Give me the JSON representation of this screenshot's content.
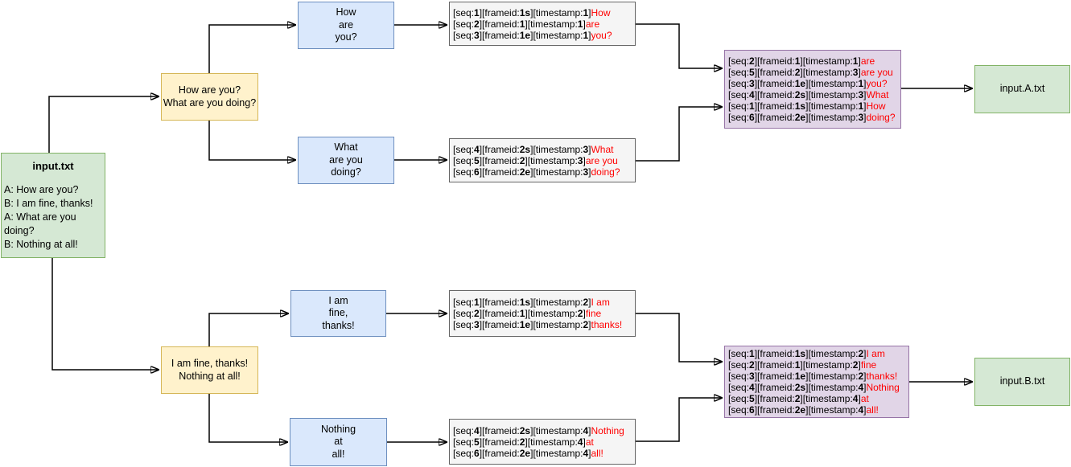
{
  "palette": {
    "file_fill": "#d5e8d4",
    "file_stroke": "#82b366",
    "utterance_fill": "#fff2cc",
    "utterance_stroke": "#d6b656",
    "chunk_fill": "#dae8fc",
    "chunk_stroke": "#6c8ebf",
    "frames_fill": "#f5f5f5",
    "frames_stroke": "#666666",
    "merged_fill": "#e1d5e7",
    "merged_stroke": "#9673a6",
    "payload_text": "#ff0000",
    "connector": "#000000"
  },
  "labels": {
    "seq": "seq",
    "frameid": "frameid",
    "timestamp": "timestamp"
  },
  "input_file": {
    "title": "input.txt",
    "lines": [
      "A: How are you?",
      "B: I am fine, thanks!",
      "A: What are you doing?",
      "B: Nothing at all!"
    ]
  },
  "speaker_a": {
    "utterances": [
      "How are you?",
      "What are you doing?"
    ],
    "chunk_1": [
      "How",
      "are",
      "you?"
    ],
    "chunk_2": [
      "What",
      "are you",
      "doing?"
    ],
    "frames_1": [
      {
        "seq": "1",
        "frameid": "1s",
        "timestamp": "1",
        "text": "How"
      },
      {
        "seq": "2",
        "frameid": "1",
        "timestamp": "1",
        "text": "are"
      },
      {
        "seq": "3",
        "frameid": "1e",
        "timestamp": "1",
        "text": "you?"
      }
    ],
    "frames_2": [
      {
        "seq": "4",
        "frameid": "2s",
        "timestamp": "3",
        "text": "What"
      },
      {
        "seq": "5",
        "frameid": "2",
        "timestamp": "3",
        "text": "are you"
      },
      {
        "seq": "6",
        "frameid": "2e",
        "timestamp": "3",
        "text": "doing?"
      }
    ],
    "merged": [
      {
        "seq": "2",
        "frameid": "1",
        "timestamp": "1",
        "text": "are"
      },
      {
        "seq": "5",
        "frameid": "2",
        "timestamp": "3",
        "text": "are you"
      },
      {
        "seq": "3",
        "frameid": "1e",
        "timestamp": "1",
        "text": "you?"
      },
      {
        "seq": "4",
        "frameid": "2s",
        "timestamp": "3",
        "text": "What"
      },
      {
        "seq": "1",
        "frameid": "1s",
        "timestamp": "1",
        "text": "How"
      },
      {
        "seq": "6",
        "frameid": "2e",
        "timestamp": "3",
        "text": "doing?"
      }
    ],
    "output": "input.A.txt"
  },
  "speaker_b": {
    "utterances": [
      "I am fine, thanks!",
      "Nothing at all!"
    ],
    "chunk_1": [
      "I am",
      "fine,",
      "thanks!"
    ],
    "chunk_2": [
      "Nothing",
      "at",
      "all!"
    ],
    "frames_1": [
      {
        "seq": "1",
        "frameid": "1s",
        "timestamp": "2",
        "text": "I am"
      },
      {
        "seq": "2",
        "frameid": "1",
        "timestamp": "2",
        "text": "fine"
      },
      {
        "seq": "3",
        "frameid": "1e",
        "timestamp": "2",
        "text": "thanks!"
      }
    ],
    "frames_2": [
      {
        "seq": "4",
        "frameid": "2s",
        "timestamp": "4",
        "text": "Nothing"
      },
      {
        "seq": "5",
        "frameid": "2",
        "timestamp": "4",
        "text": "at"
      },
      {
        "seq": "6",
        "frameid": "2e",
        "timestamp": "4",
        "text": "all!"
      }
    ],
    "merged": [
      {
        "seq": "1",
        "frameid": "1s",
        "timestamp": "2",
        "text": "I am"
      },
      {
        "seq": "2",
        "frameid": "1",
        "timestamp": "2",
        "text": "fine"
      },
      {
        "seq": "3",
        "frameid": "1e",
        "timestamp": "2",
        "text": "thanks!"
      },
      {
        "seq": "4",
        "frameid": "2s",
        "timestamp": "4",
        "text": "Nothing"
      },
      {
        "seq": "5",
        "frameid": "2",
        "timestamp": "4",
        "text": "at"
      },
      {
        "seq": "6",
        "frameid": "2e",
        "timestamp": "4",
        "text": "all!"
      }
    ],
    "output": "input.B.txt"
  }
}
